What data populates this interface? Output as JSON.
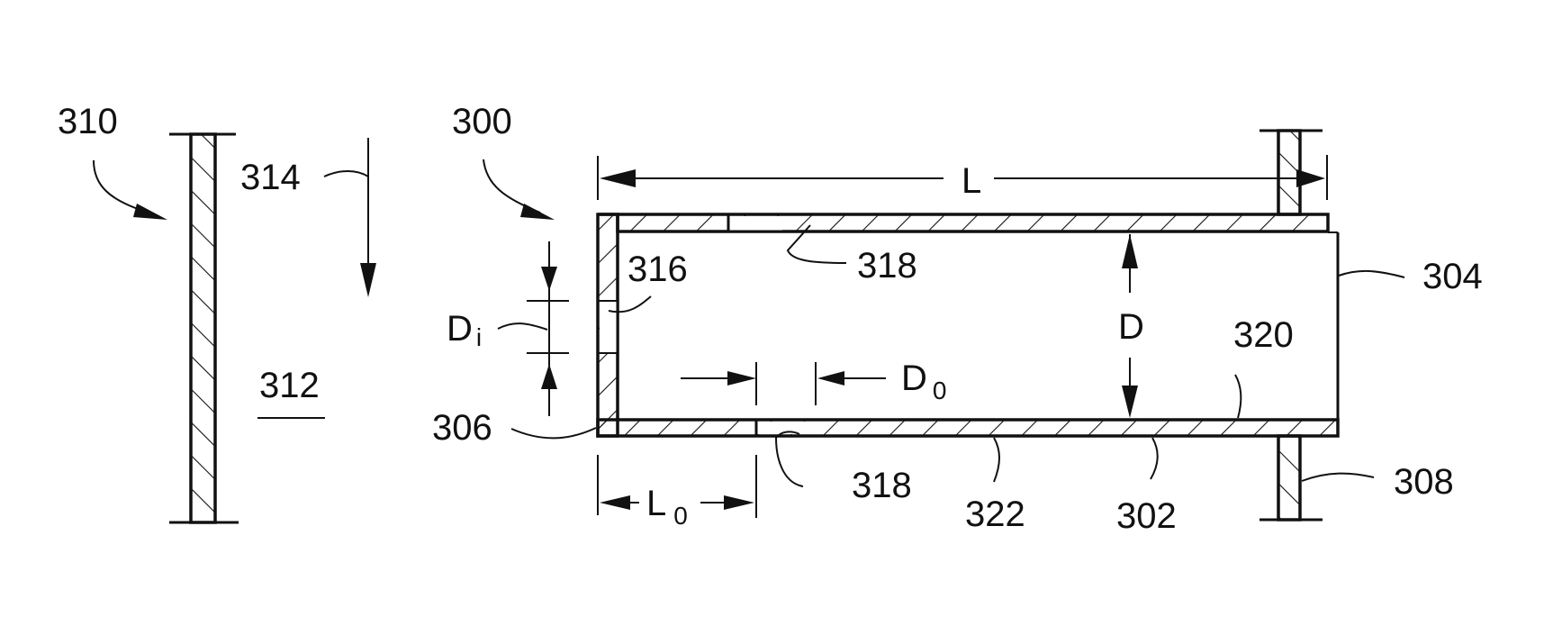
{
  "figure": {
    "reference_labels": {
      "plate": "310",
      "plate_region": "312",
      "flow_direction": "314",
      "device": "300",
      "tube_body": "302",
      "tube_end": "304",
      "closed_end": "306",
      "flange": "308",
      "inlet_opening": "316",
      "wall_opening_top": "318",
      "wall_opening_bottom": "318",
      "interior": "320",
      "wall": "322"
    },
    "dimensions": {
      "length": "L",
      "diameter": "D",
      "inlet_diameter_main": "D",
      "inlet_diameter_sub": "i",
      "opening_diameter_main": "D",
      "opening_diameter_sub": "0",
      "opening_offset_main": "L",
      "opening_offset_sub": "0"
    },
    "colors": {
      "ink": "#111111",
      "background": "#ffffff"
    }
  }
}
